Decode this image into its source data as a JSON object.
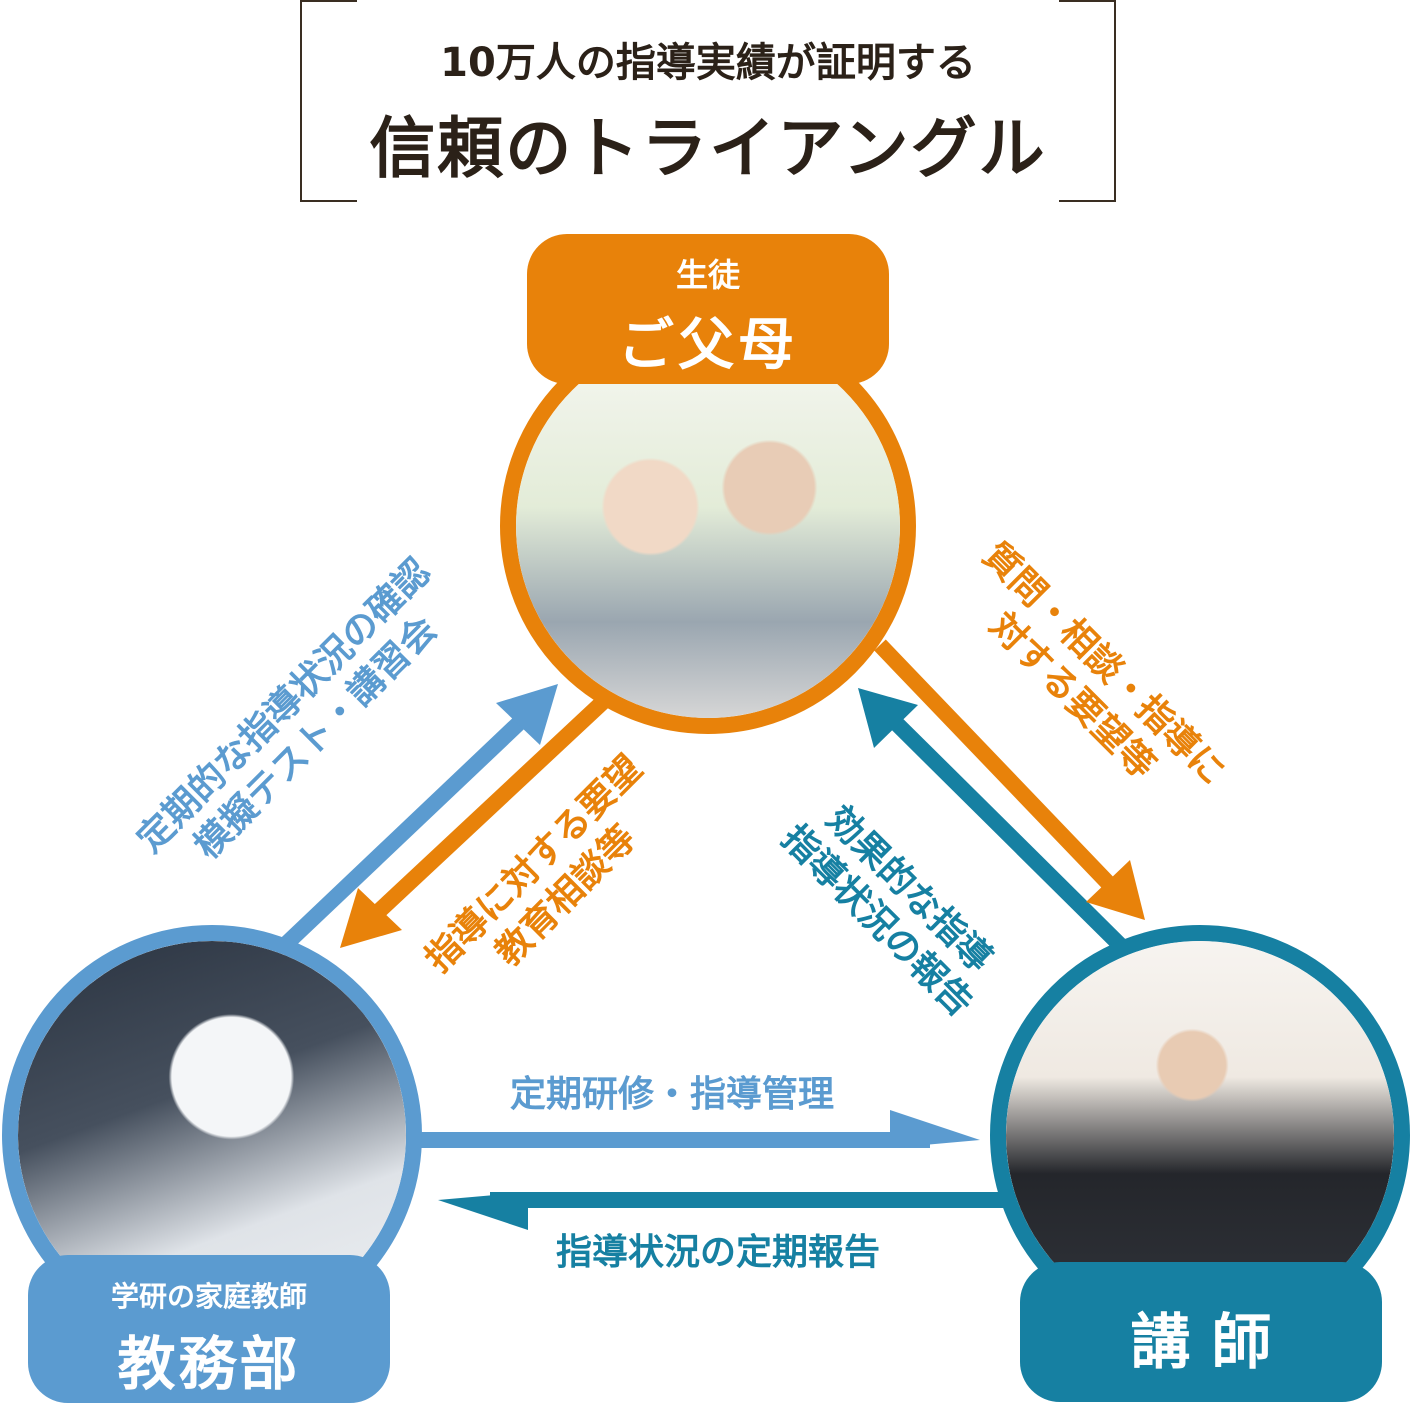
{
  "title": {
    "line1": "10万人の指導実績が証明する",
    "line2": "信頼のトライアングル"
  },
  "colors": {
    "orange": "#E8820A",
    "light_blue": "#5B9BD0",
    "teal": "#1680A2"
  },
  "nodes": {
    "parents": {
      "sub": "生徒",
      "main": "ご父母"
    },
    "office": {
      "sub": "学研の家庭教師",
      "main": "教務部"
    },
    "tutor": {
      "main": "講 師"
    }
  },
  "arrows": {
    "office_to_parents": [
      "定期的な指導状況の確認",
      "模擬テスト・講習会"
    ],
    "parents_to_office": [
      "指導に対する要望",
      "教育相談等"
    ],
    "parents_to_tutor": [
      "質問・相談・指導に",
      "対する要望等"
    ],
    "tutor_to_parents": [
      "効果的な指導",
      "指導状況の報告"
    ],
    "office_to_tutor": "定期研修・指導管理",
    "tutor_to_office": "指導状況の定期報告"
  }
}
